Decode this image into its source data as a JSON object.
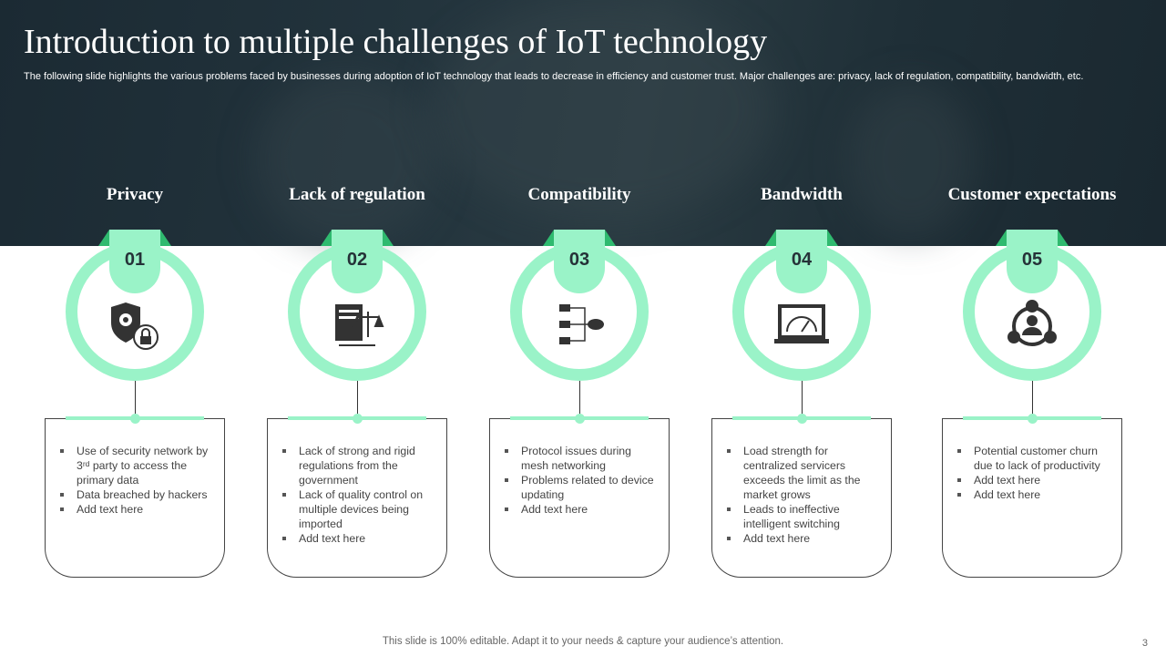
{
  "title": "Introduction to multiple challenges of IoT technology",
  "subtitle": "The following slide highlights the various problems faced by businesses during adoption of IoT technology that leads to decrease in efficiency and customer trust. Major challenges are: privacy, lack of regulation, compatibility, bandwidth, etc.",
  "colors": {
    "accent": "#9af3c8",
    "accent_dark": "#2fba6f",
    "header": "#1c2b33"
  },
  "challenges": [
    {
      "heading": "Privacy",
      "number": "01",
      "icon": "shield-gear-lock-icon",
      "items": [
        "Use of security network by 3ʳᵈ party to access the primary data",
        "Data breached by hackers",
        "Add text here"
      ]
    },
    {
      "heading": "Lack of regulation",
      "number": "02",
      "icon": "document-scales-icon",
      "items": [
        "Lack of  strong and rigid regulations from the government",
        "Lack of quality control on multiple devices being imported",
        "Add text here"
      ]
    },
    {
      "heading": "Compatibility",
      "number": "03",
      "icon": "network-cloud-icon",
      "items": [
        "Protocol issues during mesh networking",
        "Problems related to device updating",
        "Add text here"
      ]
    },
    {
      "heading": "Bandwidth",
      "number": "04",
      "icon": "laptop-speedometer-icon",
      "items": [
        "Load strength for centralized servicers exceeds the limit  as the market grows",
        "Leads to ineffective intelligent switching",
        "Add text here"
      ]
    },
    {
      "heading": "Customer expectations",
      "number": "05",
      "icon": "customer-cycle-icon",
      "items": [
        "Potential customer churn due to lack of productivity",
        "Add text here",
        "Add text here"
      ]
    }
  ],
  "footer": "This slide is 100% editable. Adapt it to your needs & capture your audience’s attention.",
  "page_number": "3"
}
